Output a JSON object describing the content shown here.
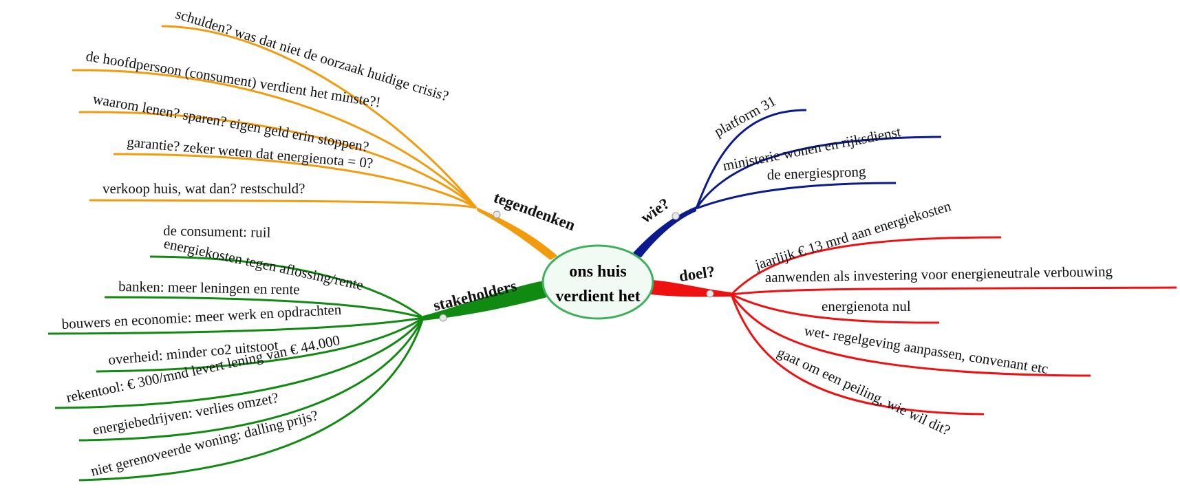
{
  "colors": {
    "tegendenken": "#f29b0c",
    "wie": "#0b1a8c",
    "doel": "#ee1111",
    "stakeholders": "#118a11",
    "center_fill": "#f2fbf3",
    "center_stroke": "#3cb05a"
  },
  "center": {
    "line1": "ons huis",
    "line2": "verdient het"
  },
  "branches": {
    "tegendenken": {
      "label": "tegendenken",
      "items": [
        "schulden? was dat niet de oorzaak huidige crisis?",
        "de hoofdpersoon (consument) verdient het minste?!",
        "waarom lenen? sparen? eigen geld erin stoppen?",
        "garantie? zeker weten dat energienota = 0?",
        "verkoop huis, wat dan? restschuld?"
      ]
    },
    "wie": {
      "label": "wie?",
      "items": [
        "platform 31",
        "ministerie wonen en rijksdienst",
        "de energiesprong"
      ]
    },
    "doel": {
      "label": "doel?",
      "items": [
        "jaarlijk € 13 mrd aan energiekosten",
        "aanwenden als investering voor energieneutrale verbouwing",
        "energienota nul",
        "wet- regelgeving aanpassen, convenant etc",
        "gaat om een peiling, wie wil dit?"
      ]
    },
    "stakeholders": {
      "label": "stakeholders",
      "items": [
        "de consument: ruil",
        "energiekosten tegen aflossing/rente",
        "banken: meer leningen en rente",
        "bouwers en economie: meer werk en opdrachten",
        "overheid: minder co2 uitstoot",
        "rekentool: € 300/mnd levert lening van € 44.000",
        "energiebedrijven: verlies omzet?",
        "niet gerenoveerde woning: dalling prijs?"
      ]
    }
  }
}
